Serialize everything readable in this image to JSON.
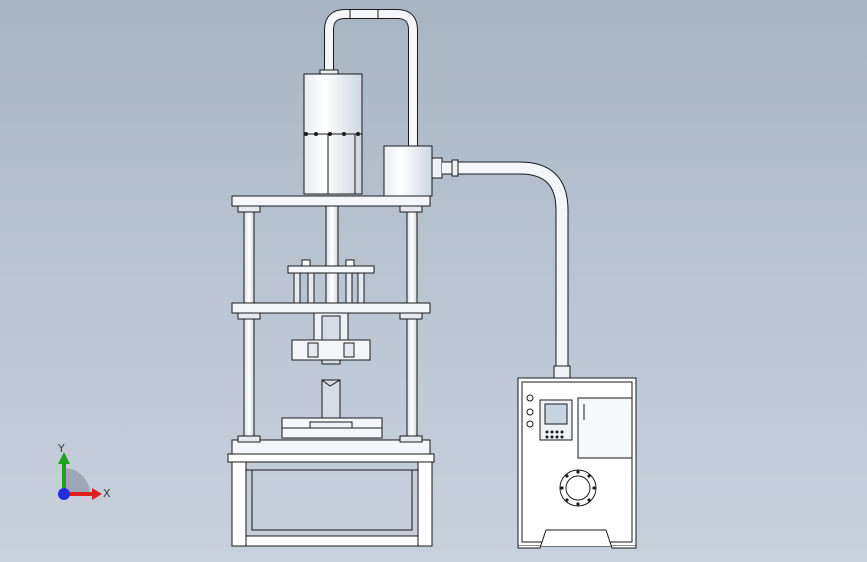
{
  "viewport": {
    "background_top": "#a9b4c3",
    "background_bottom": "#c8d0db"
  },
  "model": {
    "icon": "hydraulic-press-model",
    "line_color": "#1a1a1a",
    "body_color": "#ffffff"
  },
  "triad": {
    "x_label": "X",
    "y_label": "Y",
    "x_color": "#e02020",
    "y_color": "#20a020",
    "z_color": "#2030e0"
  }
}
